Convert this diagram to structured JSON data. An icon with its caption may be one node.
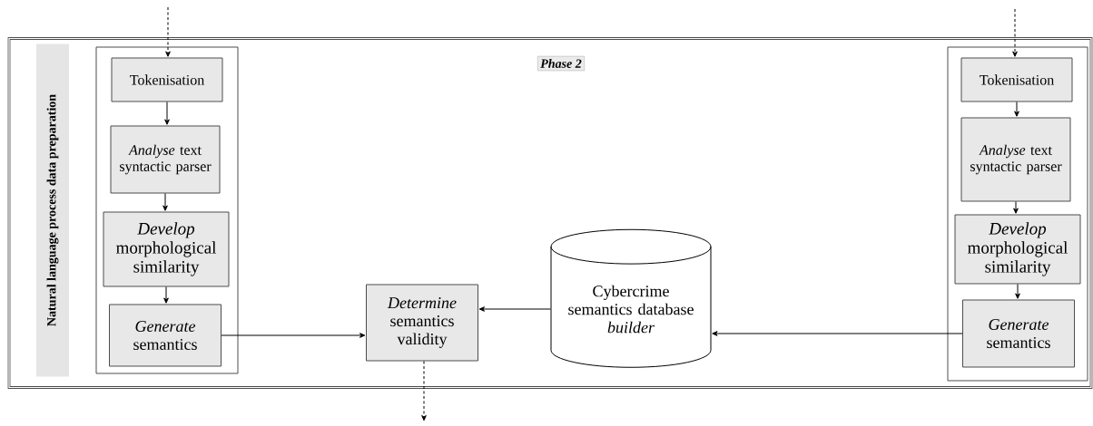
{
  "diagram": {
    "nodes": [
      {
        "text": [
          "Phase 2"
        ]
      },
      {
        "text": [
          "Natural language process data preparation"
        ],
        "in": 0
      },
      {
        "text": [],
        "shape": "box",
        "in": 0
      },
      {
        "text": [
          "Tokenisation"
        ],
        "in": 2
      },
      {
        "text": [
          "*Analyse* text syntactic parser"
        ],
        "in": 2
      },
      {
        "text": [
          "*Develop* morphological similarity"
        ],
        "in": 2
      },
      {
        "text": [
          "*Generate* semantics"
        ],
        "in": 2
      },
      {
        "text": [
          "*Determine* semantics validity"
        ],
        "in": 0
      },
      {
        "text": [
          "Cybercrime semantics database *builder*"
        ],
        "in": 0
      },
      {
        "text": [],
        "shape": "box",
        "in": 0
      },
      {
        "text": [
          "Tokenisation"
        ],
        "in": 9
      },
      {
        "text": [
          "*Analyse* text syntactic parser"
        ],
        "in": 9
      },
      {
        "text": [
          "*Develop* morphological similarity"
        ],
        "in": 9
      },
      {
        "text": [
          "*Generate* semantics"
        ],
        "in": 9
      }
    ],
    "edges": [
      {
        "from": null,
        "to": 3,
        "arrow": "to",
        "style": "dashed"
      },
      {
        "from": 3,
        "to": 4,
        "arrow": "to"
      },
      {
        "from": 4,
        "to": 5,
        "arrow": "to"
      },
      {
        "from": 5,
        "to": 6,
        "arrow": "to"
      },
      {
        "from": 6,
        "to": 7,
        "arrow": "to"
      },
      {
        "from": 8,
        "to": 7,
        "arrow": "to"
      },
      {
        "from": 13,
        "to": 8,
        "arrow": "to"
      },
      {
        "from": 7,
        "to": null,
        "arrow": "to",
        "style": "dashed"
      },
      {
        "from": null,
        "to": 10,
        "arrow": "to",
        "style": "dashed"
      },
      {
        "from": 10,
        "to": 11,
        "arrow": "to"
      },
      {
        "from": 11,
        "to": 12,
        "arrow": "to"
      },
      {
        "from": 12,
        "to": 13,
        "arrow": "to"
      }
    ]
  }
}
